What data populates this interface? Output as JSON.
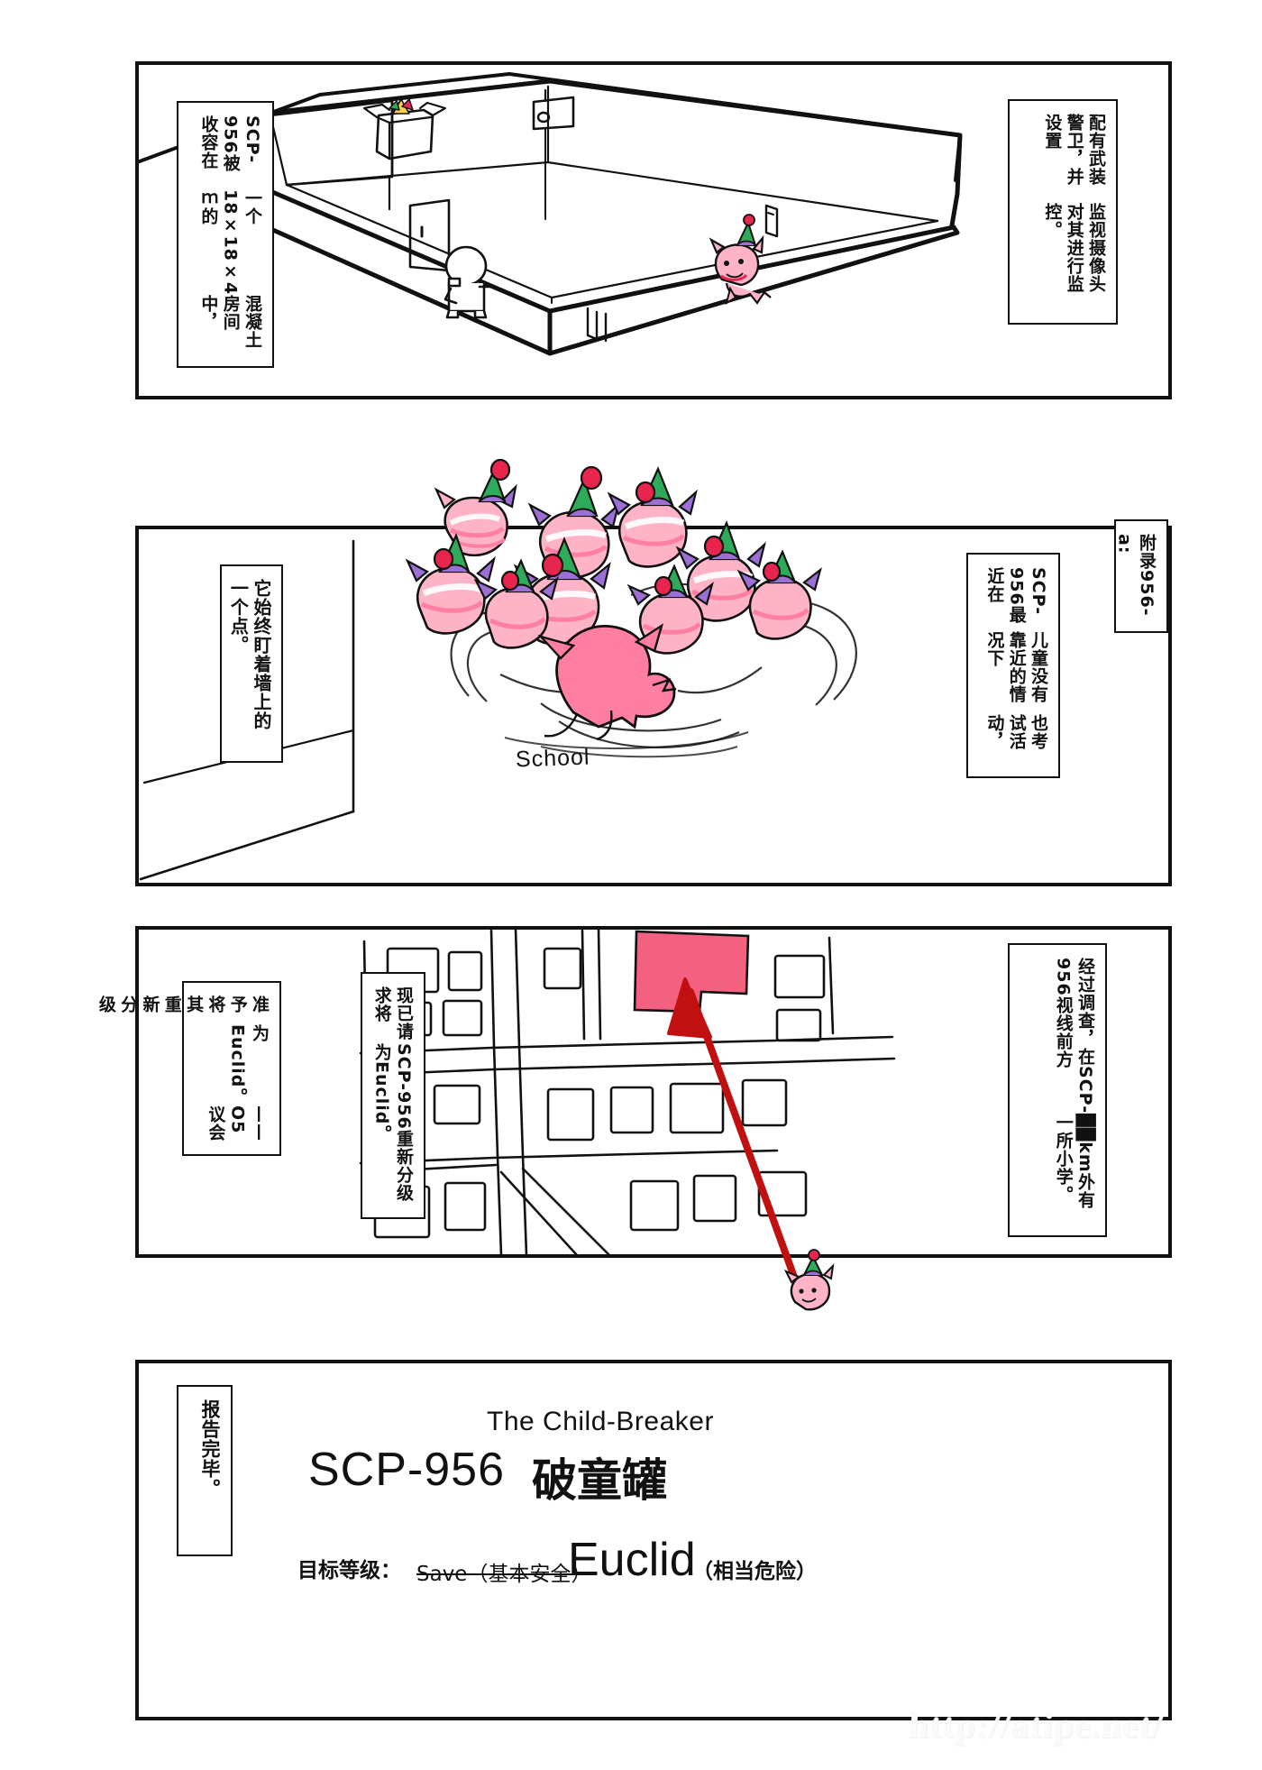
{
  "page": {
    "watermark": "http://atipe.net/"
  },
  "panels": [
    {
      "id": "panel-1",
      "name": "containment-chamber-panel",
      "captions": [
        {
          "name": "caption-guards",
          "lines": [
            "配有武装警卫，并设置",
            "监视摄像头对其进行监控。"
          ]
        },
        {
          "name": "caption-containment",
          "lines": [
            "SCP-956被收容在",
            "一个18×18×4ｍ的",
            "混凝土房间中，"
          ]
        }
      ]
    },
    {
      "id": "panel-2",
      "name": "swarm-activity-panel",
      "captions": [
        {
          "name": "caption-appendix",
          "lines": [
            "附录956-a:"
          ]
        },
        {
          "name": "caption-stare",
          "lines": [
            "它始终盯着墙上的一个点。"
          ]
        },
        {
          "name": "caption-recent-activity",
          "lines": [
            "SCP-956最近在",
            "儿童没有靠近的情况下",
            "也考试活动，"
          ]
        }
      ]
    },
    {
      "id": "panel-3",
      "name": "map-panel",
      "school_label": "School",
      "captions": [
        {
          "name": "caption-o5-ruling",
          "lines": [
            "准予将其重新分级",
            "为Euclid。",
            "——O5议会"
          ]
        },
        {
          "name": "caption-reclass-request",
          "lines": [
            "现已请求将",
            "SCP-956重新分级为Euclid。"
          ]
        },
        {
          "name": "caption-survey",
          "lines": [
            "经过调查，在SCP-956视线前方",
            "██km外有一所小学。"
          ]
        }
      ]
    },
    {
      "id": "panel-4",
      "name": "title-card-panel",
      "captions": [
        {
          "name": "caption-end-report",
          "lines": [
            "报告完毕。"
          ]
        }
      ]
    }
  ],
  "title_card": {
    "english_subtitle": "The Child-Breaker",
    "designation": "SCP-956",
    "chinese_name": "破童罐",
    "class_label": "目标等级：",
    "class_old": "Save（基本安全）",
    "class_new": "Euclid",
    "class_new_note": "（相当危险）"
  },
  "colors": {
    "ink": "#111111",
    "creature_body": "#ffb3c6",
    "creature_shade": "#ff7fa3",
    "hat_red": "#e8254c",
    "hat_green": "#2eab5a",
    "hat_purple": "#9b6fd4",
    "school_highlight": "#f4607f",
    "arrow_red": "#c01010",
    "watermark": "#fafafa"
  }
}
